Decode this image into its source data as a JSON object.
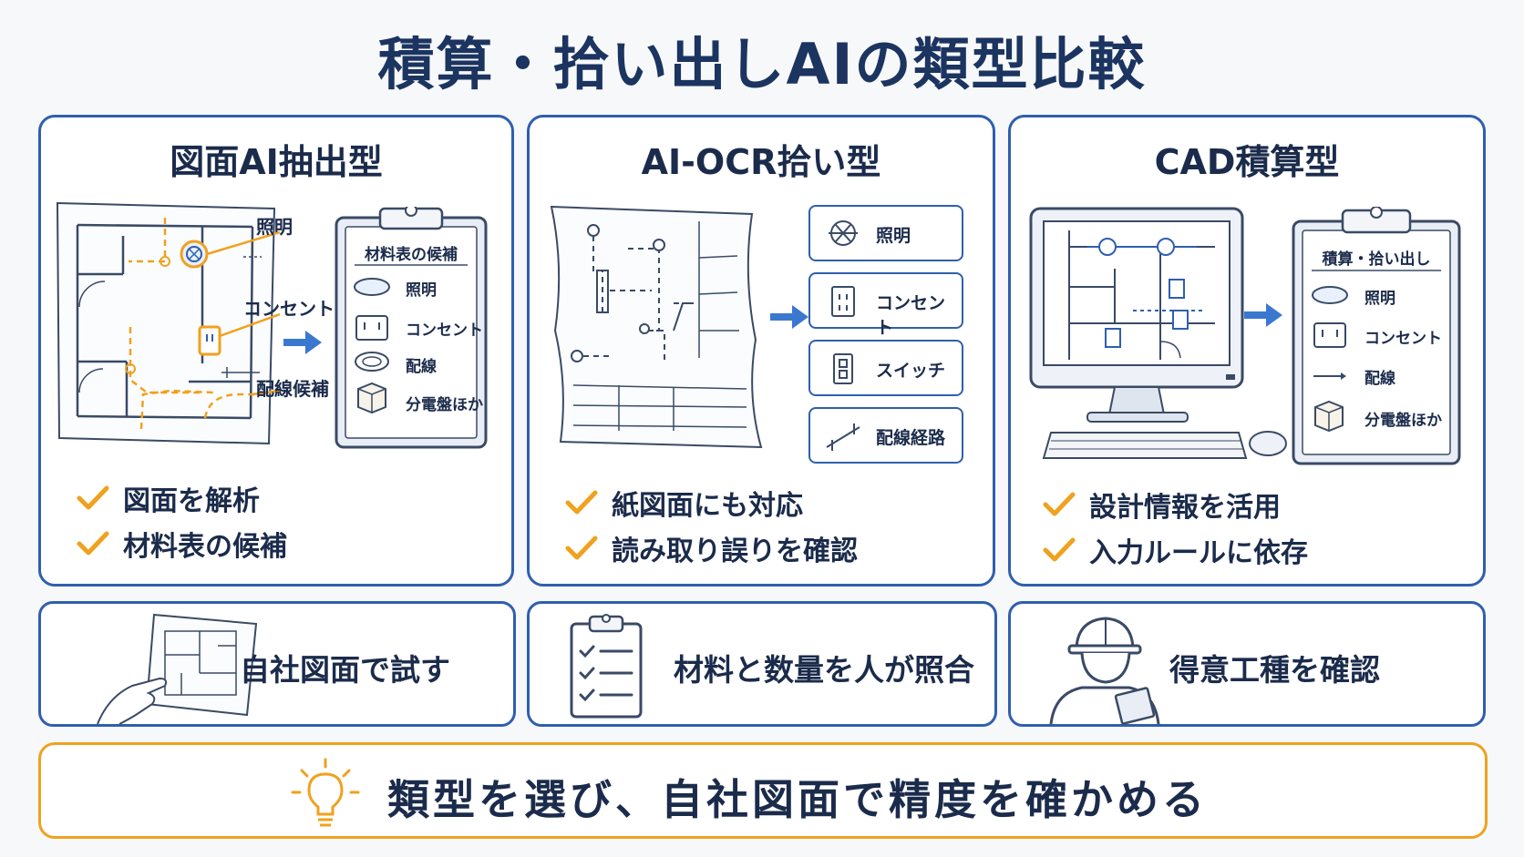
{
  "title": "積算・拾い出しAIの類型比較",
  "cards": [
    {
      "title": "図面AI抽出型",
      "callouts": [
        "照明",
        "コンセント",
        "配線候補"
      ],
      "clipboard": {
        "header": "材料表の候補",
        "items": [
          "照明",
          "コンセント",
          "配線",
          "分電盤ほか"
        ]
      },
      "checks": [
        "図面を解析",
        "材料表の候補"
      ]
    },
    {
      "title": "AI-OCR拾い型",
      "items": [
        "照明",
        "コンセント",
        "スイッチ",
        "配線経路"
      ],
      "checks": [
        "紙図面にも対応",
        "読み取り誤りを確認"
      ]
    },
    {
      "title": "CAD積算型",
      "clipboard": {
        "header": "積算・拾い出し",
        "items": [
          "照明",
          "コンセント",
          "配線",
          "分電盤ほか"
        ]
      },
      "checks": [
        "設計情報を活用",
        "入力ルールに依存"
      ]
    }
  ],
  "actions": [
    "自社図面で試す",
    "材料と数量を人が照合",
    "得意工種を確認"
  ],
  "conclusion": "類型を選び、自社図面で精度を確かめる",
  "colors": {
    "primary": "#2f5fae",
    "accent": "#f0a11e",
    "text": "#1b2b4b"
  },
  "icons": [
    "light-fixture-icon",
    "outlet-icon",
    "switch-icon",
    "wiring-icon",
    "panel-box-icon",
    "arrow-right-icon",
    "checkmark-icon",
    "hand-drawing-icon",
    "checklist-icon",
    "worker-icon",
    "lightbulb-icon",
    "monitor-icon"
  ]
}
